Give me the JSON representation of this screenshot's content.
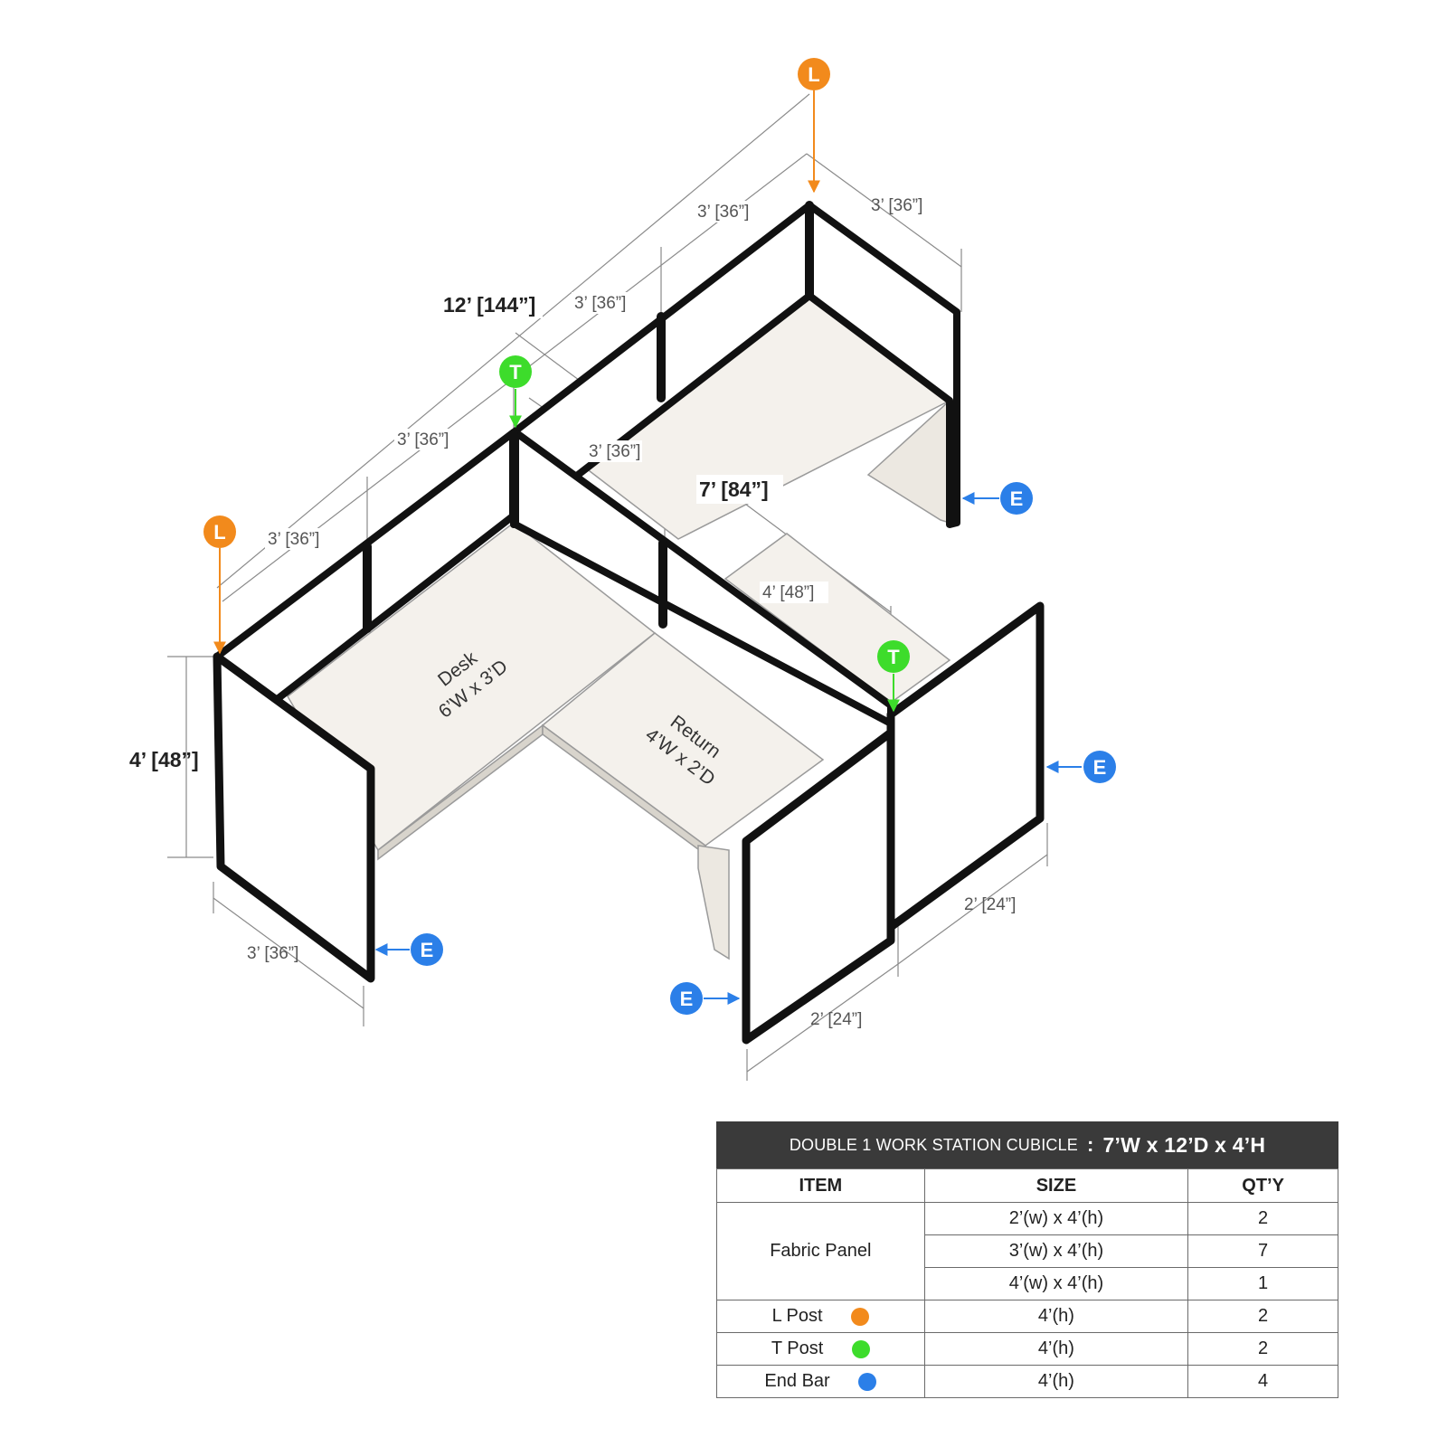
{
  "colors": {
    "l_post": "#f28a1c",
    "t_post": "#3ddc2b",
    "end_bar": "#2b7fe8",
    "header_bg": "#3a3a3a",
    "worksurface": "#f4f1ec",
    "frame": "#111111"
  },
  "markers": {
    "l_letter": "L",
    "t_letter": "T",
    "e_letter": "E"
  },
  "dimensions": {
    "overall_depth": "12’ [144”]",
    "overall_width": "7’ [84”]",
    "height": "4’ [48”]",
    "panel_3ft": "3’ [36”]",
    "panel_4ft": "4’ [48”]",
    "panel_2ft": "2’ [24”]"
  },
  "surfaces": {
    "desk_name": "Desk",
    "desk_size": "6’W x 3’D",
    "return_name": "Return",
    "return_size": "4’W x 2’D"
  },
  "table": {
    "title": "DOUBLE 1 WORK STATION  CUBICLE",
    "separator": ":",
    "title_dims": "7’W x 12’D x 4’H",
    "columns": [
      "ITEM",
      "SIZE",
      "QT’Y"
    ],
    "fabric_panel": {
      "label": "Fabric Panel",
      "rows": [
        {
          "size": "2’(w) x 4’(h)",
          "qty": "2"
        },
        {
          "size": "3’(w) x 4’(h)",
          "qty": "7"
        },
        {
          "size": "4’(w) x 4’(h)",
          "qty": "1"
        }
      ]
    },
    "posts": [
      {
        "label": "L Post",
        "icon": "orange-dot",
        "size": "4’(h)",
        "qty": "2"
      },
      {
        "label": "T Post",
        "icon": "green-dot",
        "size": "4’(h)",
        "qty": "2"
      },
      {
        "label": "End Bar",
        "icon": "blue-dot",
        "size": "4’(h)",
        "qty": "4"
      }
    ]
  }
}
